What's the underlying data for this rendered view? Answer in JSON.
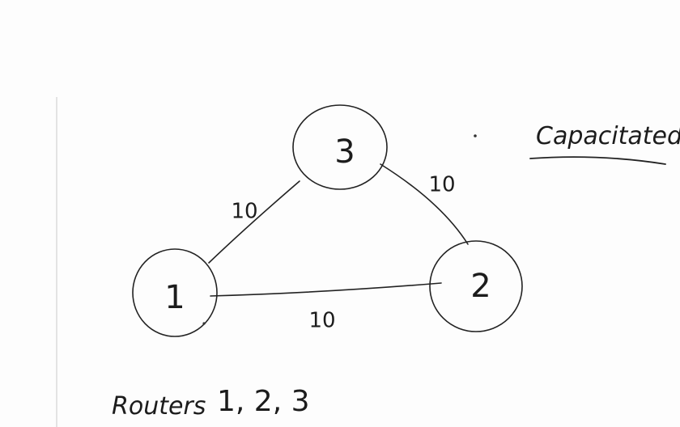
{
  "diagram": {
    "nodes": [
      {
        "id": "1",
        "label": "1"
      },
      {
        "id": "2",
        "label": "2"
      },
      {
        "id": "3",
        "label": "3"
      }
    ],
    "edges": [
      {
        "from": "1",
        "to": "3",
        "label": "10"
      },
      {
        "from": "3",
        "to": "2",
        "label": "10"
      },
      {
        "from": "1",
        "to": "2",
        "label": "10"
      }
    ]
  },
  "notes": {
    "capacitated": "Capacitated",
    "routers_word": "Routers",
    "routers_list": "1, 2, 3"
  }
}
